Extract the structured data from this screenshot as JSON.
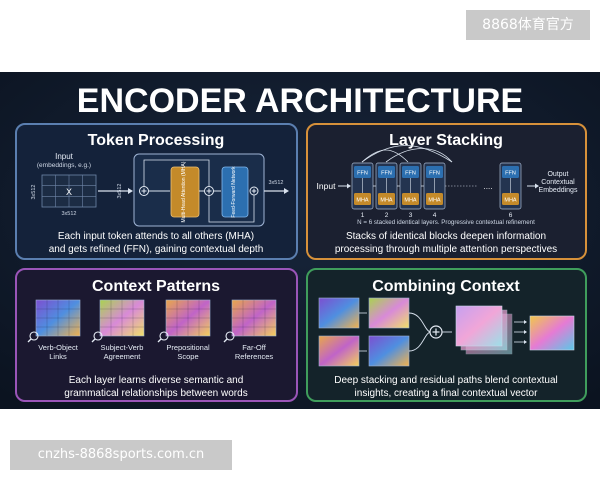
{
  "watermarks": {
    "top": "8868体育官方",
    "bottom": "cnzhs-8868sports.com.cn"
  },
  "title": "ENCODER ARCHITECTURE",
  "panels": {
    "token_processing": {
      "heading": "Token Processing",
      "input_label_1": "Input",
      "input_label_2": "(embeddings, e.g.)",
      "grid_side": "3x512",
      "grid_bottom": "3x512",
      "grid_mark": "X",
      "mid_dim": "3x512",
      "mha_label": "Multi-Head Attention (MHA)",
      "ffn_label": "Feed-Forward Network",
      "out_dim": "3x512",
      "caption_1": "Each input token attends to all others (MHA)",
      "caption_2": "and gets refined (FFN), gaining contextual depth",
      "colors": {
        "border": "#5b7fb0",
        "mha": "#c48a2a",
        "ffn": "#2c6fb0"
      }
    },
    "layer_stacking": {
      "heading": "Layer Stacking",
      "input_label": "Input",
      "output_label_1": "Output",
      "output_label_2": "Contextual",
      "output_label_3": "Embeddings",
      "ffn_tag": "FFN",
      "mha_tag": "MHA",
      "ellipsis": "....",
      "layer_numbers": [
        "1",
        "2",
        "3",
        "4",
        "6"
      ],
      "note": "N = 6 stacked identical layers. Progressive contextual refinement",
      "caption_1": "Stacks of identical blocks deepen information",
      "caption_2": "processing through multiple attention perspectives",
      "colors": {
        "border": "#d7913a"
      }
    },
    "context_patterns": {
      "heading": "Context Patterns",
      "patterns": [
        {
          "label_1": "Verb-Object",
          "label_2": "Links",
          "icon": "search-icon"
        },
        {
          "label_1": "Subject-Verb",
          "label_2": "Agreement",
          "icon": "search-icon"
        },
        {
          "label_1": "Prepositional",
          "label_2": "Scope",
          "icon": "search-icon"
        },
        {
          "label_1": "Far-Off",
          "label_2": "References",
          "icon": "search-icon"
        }
      ],
      "caption_1": "Each layer learns diverse semantic and",
      "caption_2": "grammatical relationships between words",
      "colors": {
        "border": "#9a55b8"
      }
    },
    "combining_context": {
      "heading": "Combining Context",
      "plus_icon": "plus-icon",
      "caption_1": "Deep stacking and residual paths blend contextual",
      "caption_2": "insights, creating a final contextual vector",
      "colors": {
        "border": "#3f9d5c"
      }
    }
  },
  "colors": {
    "background": "#0d1726",
    "heatmap_low": "#2f4fb8",
    "heatmap_high": "#f2c14e"
  }
}
